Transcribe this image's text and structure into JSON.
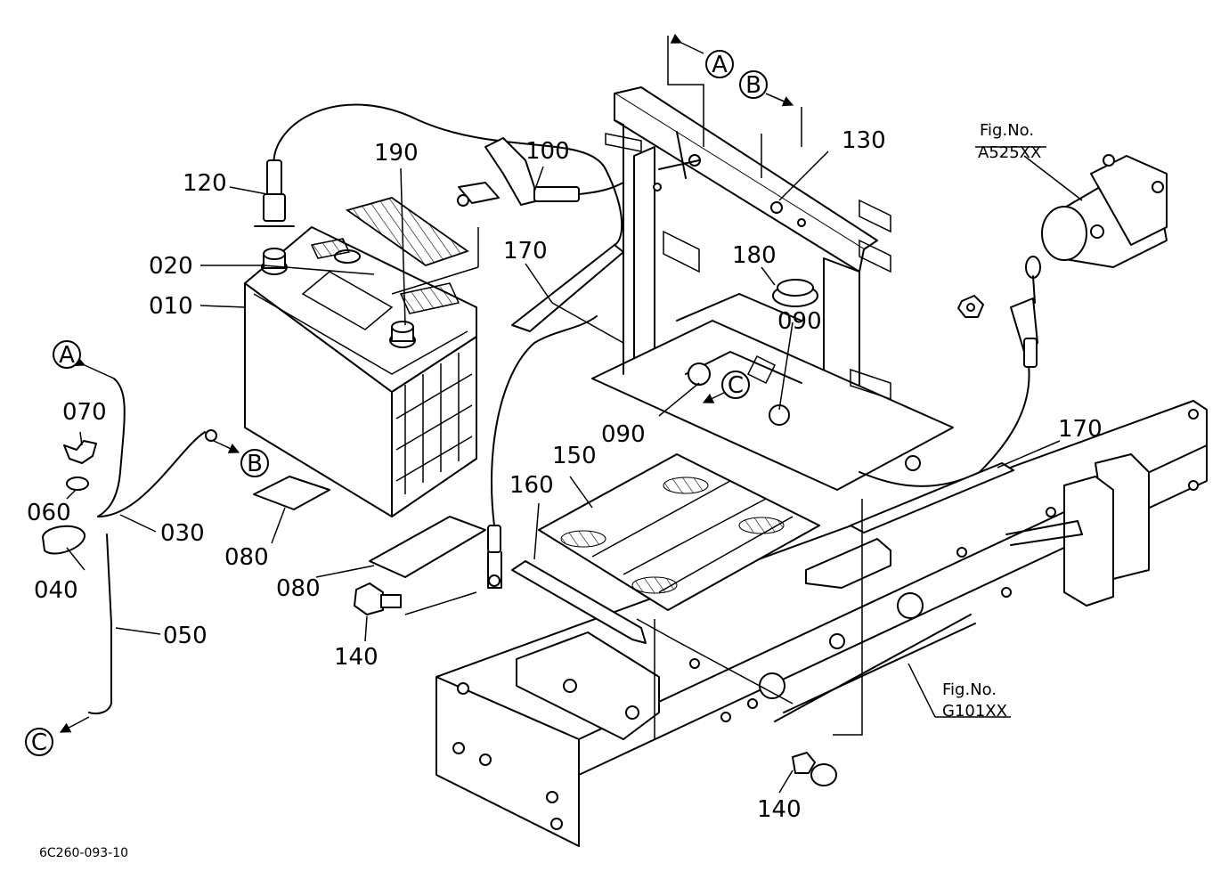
{
  "diagram": {
    "drawing_code": "6C260-093-10",
    "fig_refs": [
      {
        "label": "Fig.No.",
        "code": "A525XX"
      },
      {
        "label": "Fig.No.",
        "code": "G101XX"
      }
    ],
    "callouts": [
      "A",
      "B",
      "C",
      "A",
      "B",
      "C"
    ],
    "part_labels": [
      "010",
      "020",
      "030",
      "040",
      "050",
      "060",
      "070",
      "080",
      "080",
      "090",
      "090",
      "100",
      "120",
      "130",
      "140",
      "140",
      "150",
      "160",
      "170",
      "170",
      "180",
      "190"
    ]
  }
}
